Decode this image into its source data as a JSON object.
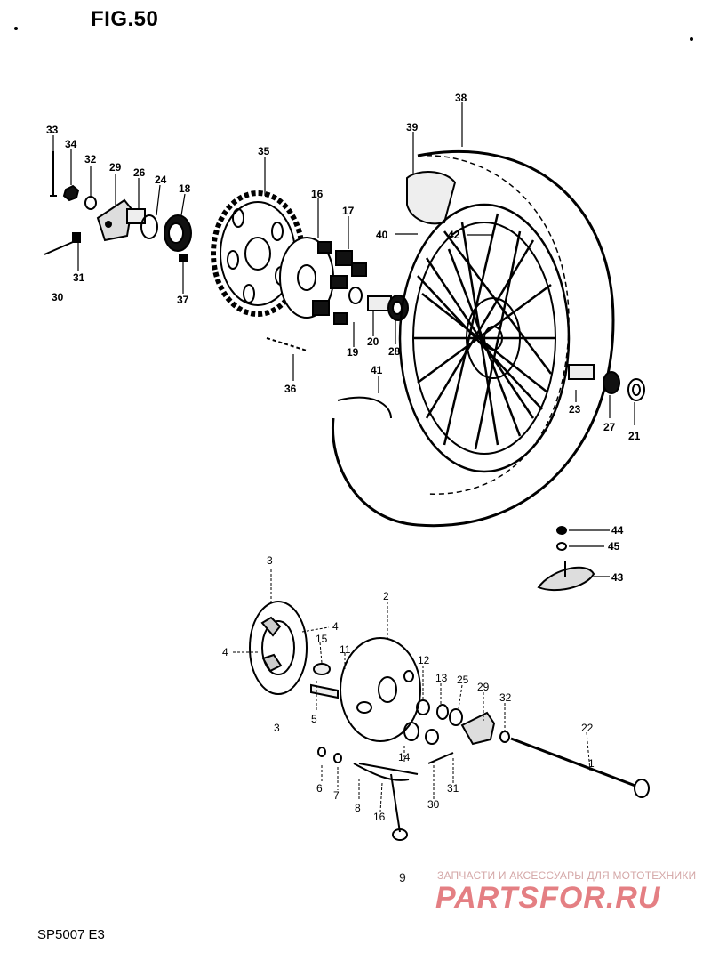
{
  "figure": {
    "title": "FIG.50",
    "footer_code": "SP5007 E3",
    "page_mark": "9"
  },
  "watermark": {
    "line": "ЗАПЧАСТИ И АКСЕССУАРЫ ДЛЯ МОТОТЕХНИКИ",
    "logo": "PARTSFOR.RU",
    "colors": {
      "line": "#d4a7a7",
      "logo": "#e47f83"
    }
  },
  "upper_assembly": {
    "callouts": [
      "33",
      "34",
      "32",
      "29",
      "26",
      "24",
      "18",
      "30",
      "31",
      "37",
      "35",
      "36",
      "16",
      "17",
      "19",
      "20",
      "28",
      "38",
      "39",
      "40",
      "42",
      "41",
      "23",
      "27",
      "21",
      "44",
      "45",
      "43"
    ]
  },
  "lower_assembly": {
    "callouts": [
      "3",
      "4",
      "4",
      "15",
      "11",
      "2",
      "12",
      "13",
      "25",
      "29",
      "32",
      "5",
      "3",
      "14",
      "6",
      "7",
      "8",
      "16",
      "30",
      "31",
      "22",
      "1"
    ]
  }
}
